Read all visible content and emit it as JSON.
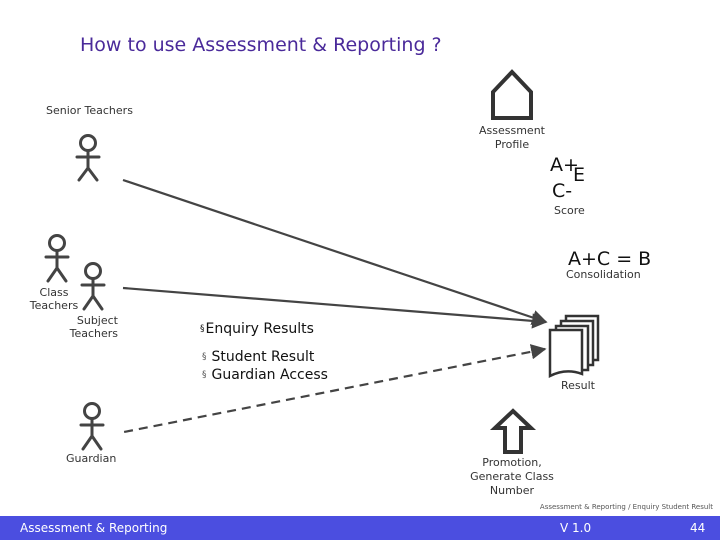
{
  "title": "How to use Assessment & Reporting ?",
  "actors": {
    "senior_teachers": "Senior Teachers",
    "class_teachers": "Class Teachers",
    "subject_teachers": "Subject Teachers",
    "guardian": "Guardian"
  },
  "assessment_profile": "Assessment Profile",
  "score": {
    "top": "A+",
    "e": "E",
    "c": "C-",
    "label": "Score"
  },
  "consolidation": {
    "formula": "A+C = B",
    "label": "Consolidation"
  },
  "enquiry": {
    "bullet": "§",
    "heading": "Enquiry Results",
    "items": [
      "Student Result",
      "Guardian Access"
    ],
    "item_bullet": "§"
  },
  "result_label": "Result",
  "promotion": "Promotion, Generate Class Number",
  "footer_note": "Assessment & Reporting / Enquiry Student Result",
  "footer": {
    "left": "Assessment & Reporting",
    "version": "V 1.0",
    "page": "44"
  },
  "colors": {
    "title": "#4a2a9a",
    "footer_bar": "#4b4ee0",
    "arrow": "#444444"
  }
}
